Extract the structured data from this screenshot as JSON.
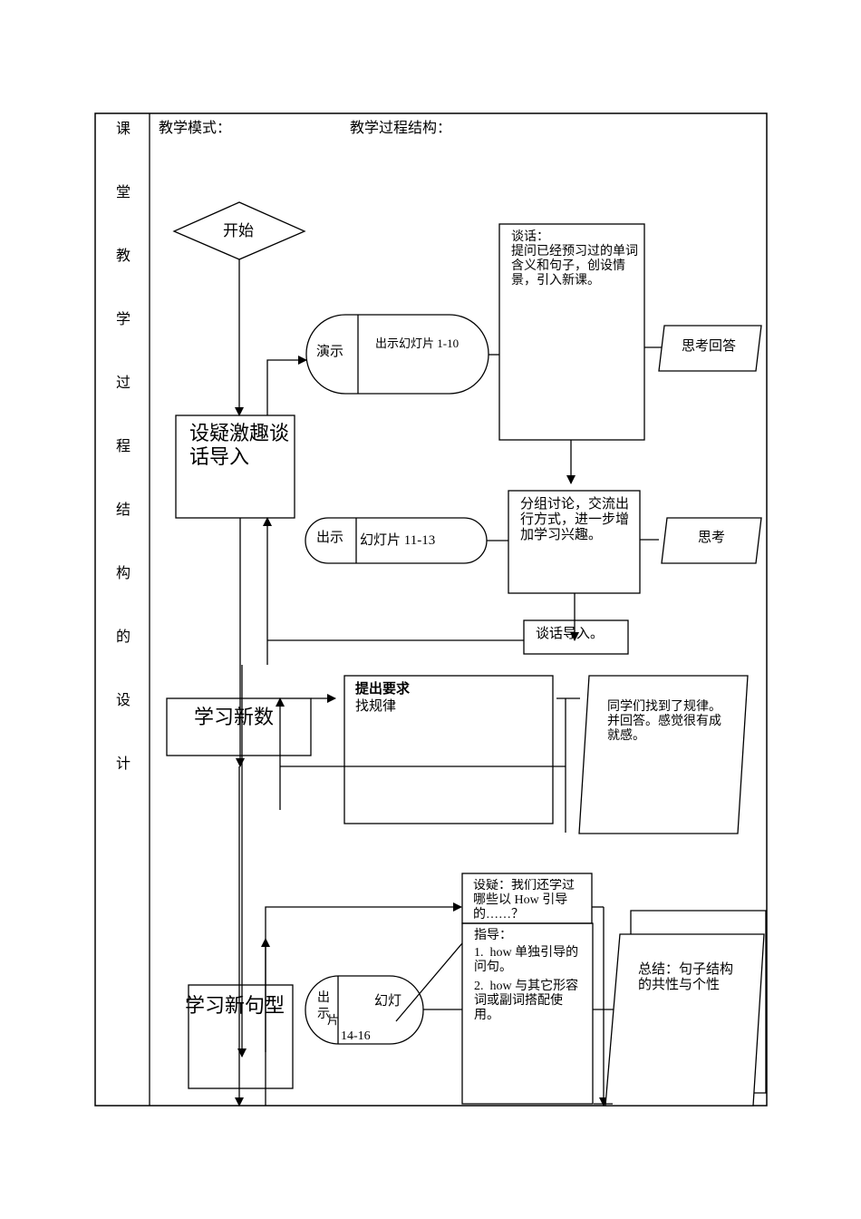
{
  "side_title_chars": [
    "课",
    "堂",
    "教",
    "学",
    "过",
    "程",
    "结",
    "构",
    "的",
    "设",
    "计"
  ],
  "header": {
    "mode_label": "教学模式：",
    "structure_label": "教学过程结构："
  },
  "flow": {
    "start": "开始",
    "step1_title": "设疑激趣谈话导入",
    "show_label_1": "演示",
    "slides_1": "出示幻灯片 1-10",
    "talk_box": "谈话：\n提问已经预习过的单词含义和句子，创设情景，引入新课。",
    "think_answer": "思考回答",
    "show_label_2": "出示",
    "slides_2": "幻灯片 11-13",
    "group_discuss": "分组讨论，交流出行方式，进一步增加学习兴趣。",
    "think": "思考",
    "talk_intro": "谈话导入。",
    "step2_title": "学习新数",
    "requirement_title": "提出要求",
    "requirement_body": "找规律",
    "students_found": "同学们找到了规律。并回答。感觉很有成就感。",
    "question_box": "设疑：我们还学过哪些以 How 引导的……？",
    "step3_title": "学习新句型",
    "show_label_3": "出示",
    "slides_3_a": "幻灯",
    "slides_3_b": "片",
    "slides_3_num": "14-16",
    "guide_title": "指导：",
    "guide_items": [
      "1.  how 单独引导的问句。",
      "2.  how 与其它形容词或副词搭配使用。"
    ],
    "summary": "总结：句子结构的共性与个性"
  }
}
